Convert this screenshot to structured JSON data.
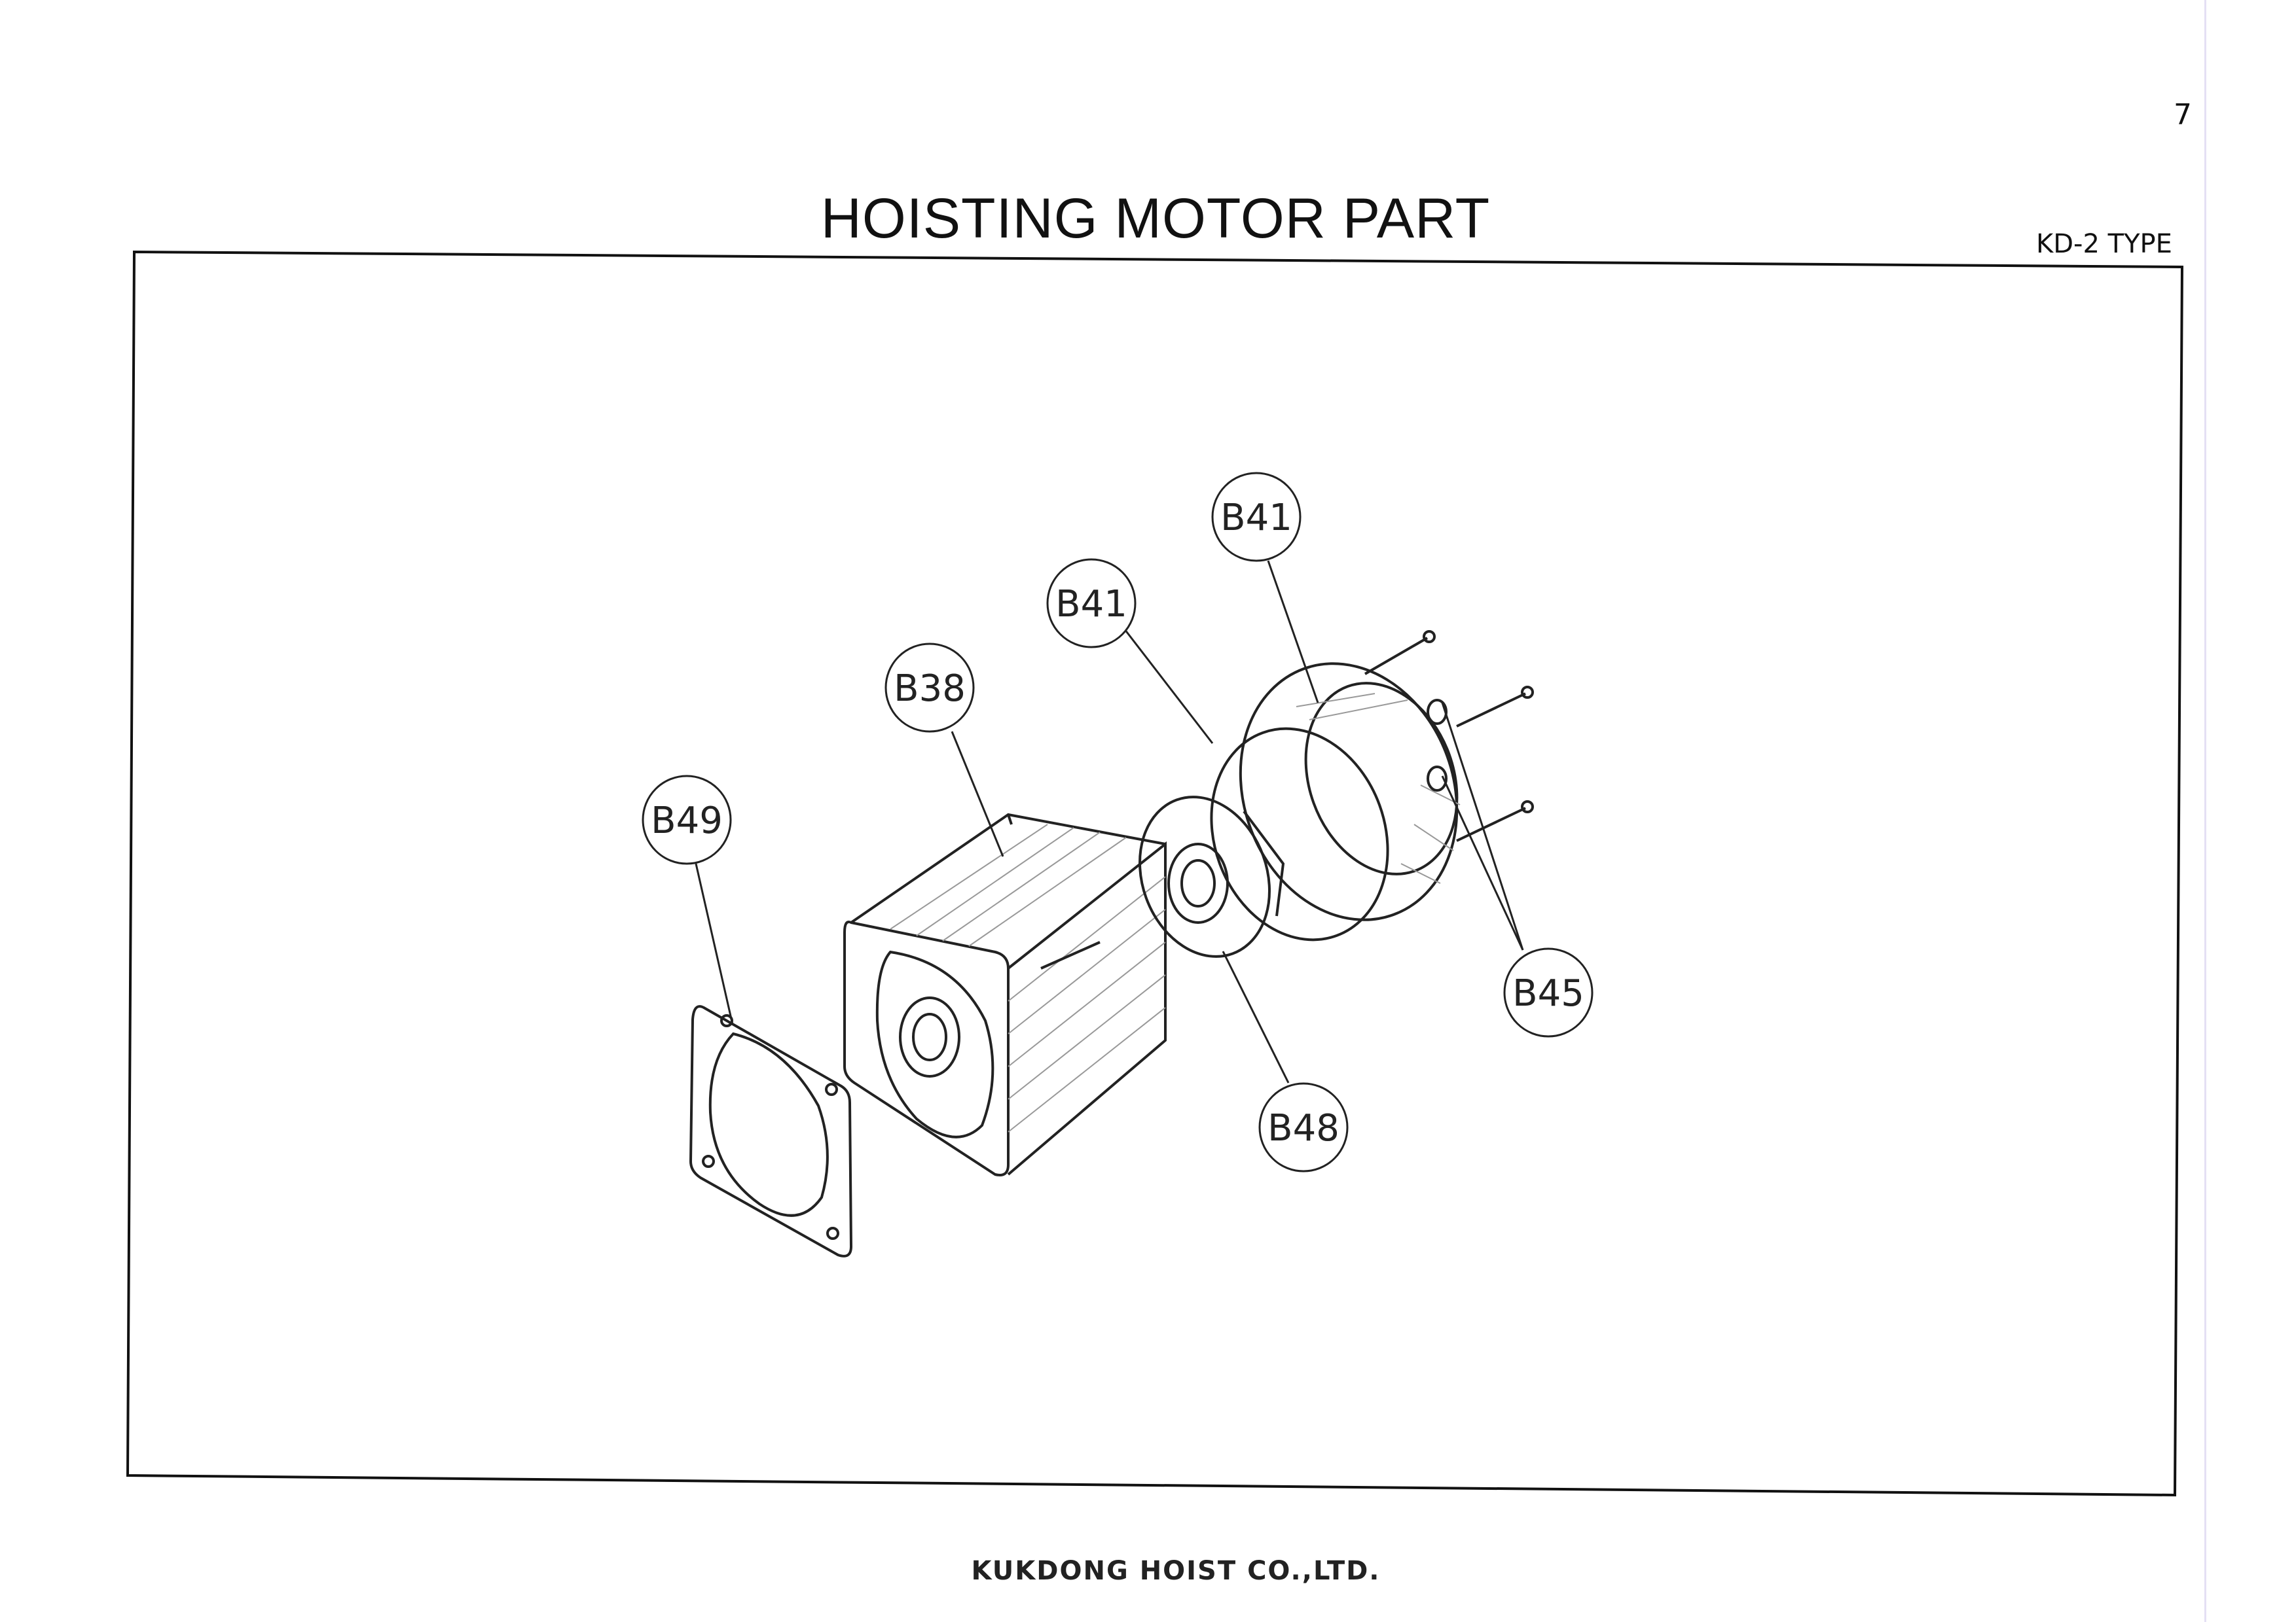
{
  "page_number": "7",
  "title": "HOISTING MOTOR PART",
  "subtitle": "KD-2 TYPE",
  "footer": "KUKDONG HOIST CO.,LTD.",
  "callouts": {
    "b41_cover": "B41",
    "b41_ring": "B41",
    "b38": "B38",
    "b49": "B49",
    "b45": "B45",
    "b48": "B48"
  }
}
